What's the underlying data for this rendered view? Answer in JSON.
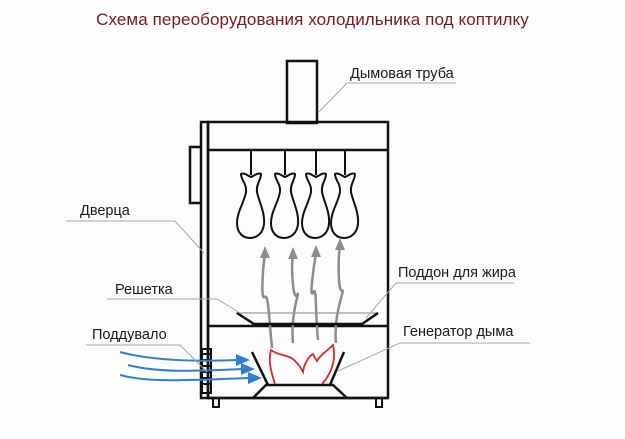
{
  "title": "Схема переоборудования холодильника под коптилку",
  "labels": {
    "chimney": "Дымовая труба",
    "door": "Дверца",
    "grate": "Решетка",
    "blower": "Поддувало",
    "fat_tray": "Поддон для жира",
    "smoke_generator": "Генератор дыма"
  },
  "hanging_items_count": 4,
  "smoke_streams_count": 4,
  "air_flow_arrows_count": 3,
  "colors": {
    "title": "#7a1a1c",
    "outline": "#111111",
    "leader_line": "#a8a8a8",
    "smoke": "#8c8c8c",
    "air_flow": "#2f7fd6",
    "flame": "#d42a2a",
    "background": "#fcfcfc"
  }
}
